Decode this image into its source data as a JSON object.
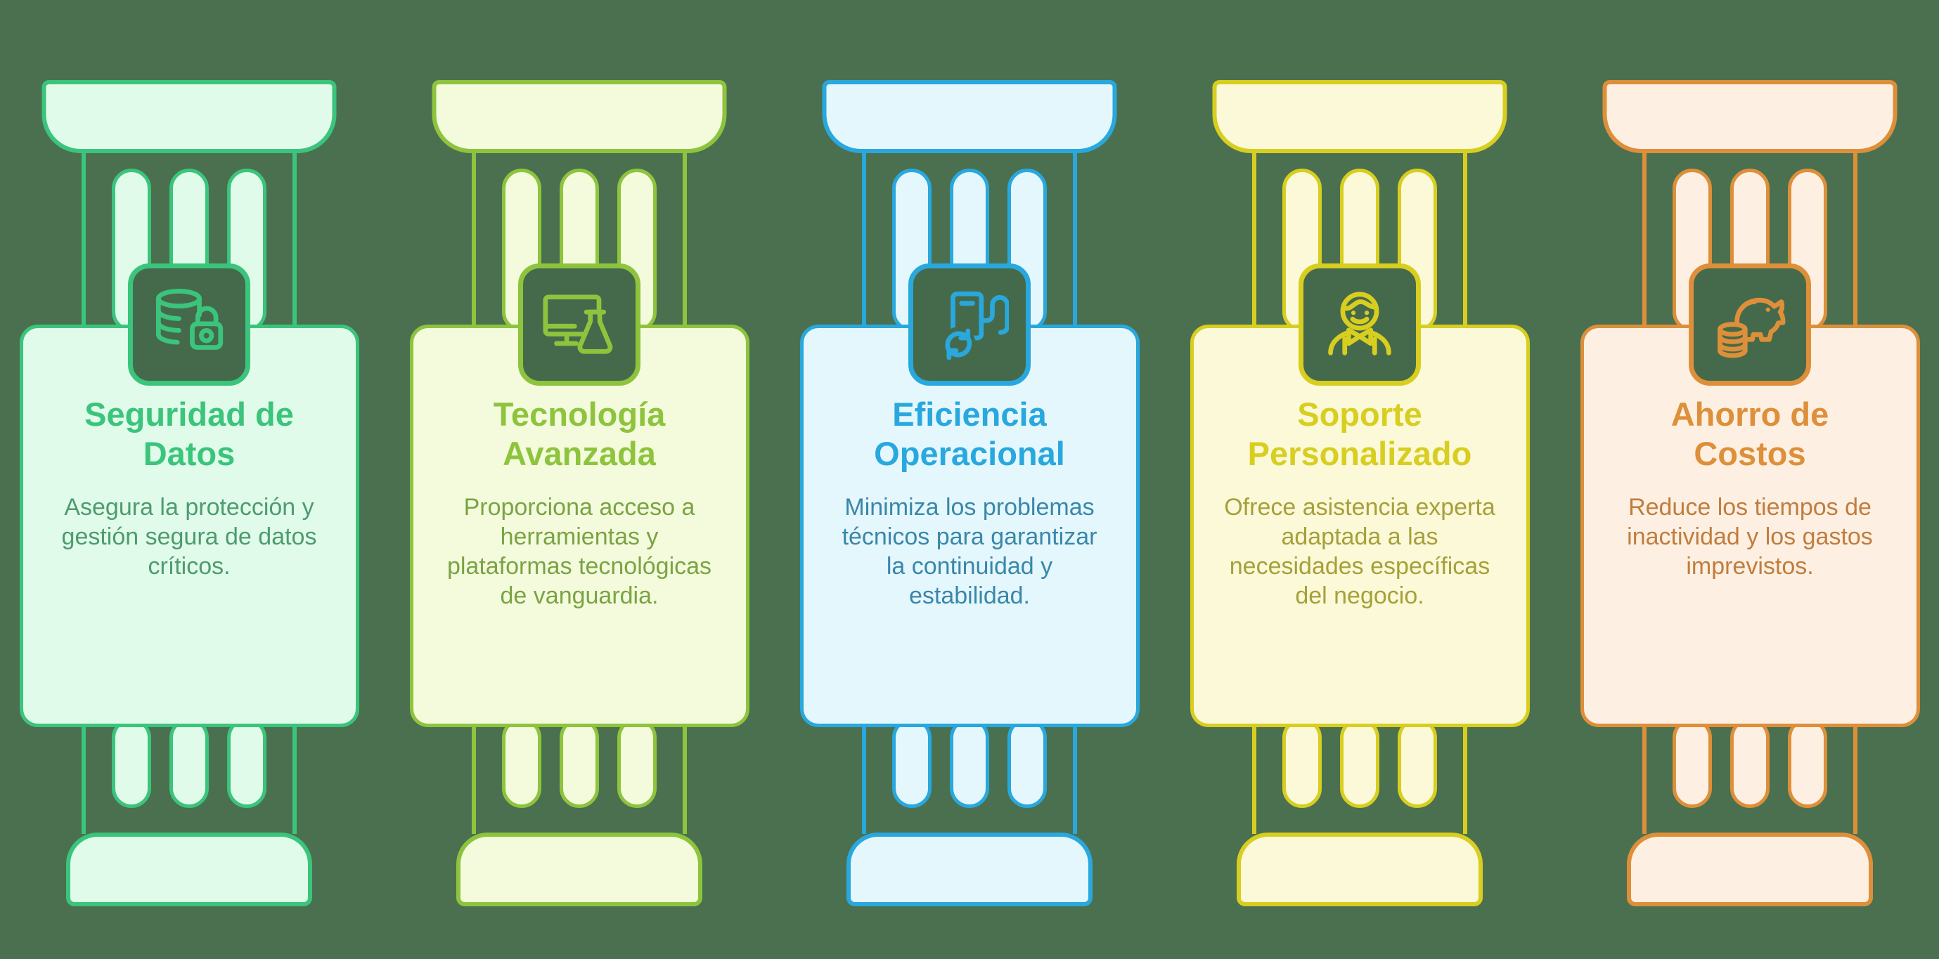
{
  "background": "#4A7050",
  "tile_fill": "#456A4B",
  "pillars": [
    {
      "id": "seguridad-de-datos",
      "icon": "database-lock-icon",
      "accent": "#3BC47B",
      "fill": "#E0FBEA",
      "text_color": "#4E9B6F",
      "title": [
        "Seguridad de",
        "Datos"
      ],
      "description": "Asegura la protección y gestión segura de datos críticos."
    },
    {
      "id": "tecnologia-avanzada",
      "icon": "monitor-flask-icon",
      "accent": "#8EC43D",
      "fill": "#F3FBDC",
      "text_color": "#7BA344",
      "title": [
        "Tecnología",
        "Avanzada"
      ],
      "description": "Proporciona acceso a herramientas y plataformas tecnológicas de vanguardia."
    },
    {
      "id": "eficiencia-operacional",
      "icon": "fuel-pump-refresh-icon",
      "accent": "#29A8DD",
      "fill": "#E4F7FD",
      "text_color": "#3A87A9",
      "title": [
        "Eficiencia",
        "Operacional"
      ],
      "description": "Minimiza los problemas técnicos para garantizar la continuidad y estabilidad."
    },
    {
      "id": "soporte-personalizado",
      "icon": "support-person-icon",
      "accent": "#D8CE1F",
      "fill": "#FBF9D8",
      "text_color": "#A6A03A",
      "title": [
        "Soporte",
        "Personalizado"
      ],
      "description": "Ofrece asistencia experta adaptada a las necesidades específicas del negocio."
    },
    {
      "id": "ahorro-de-costos",
      "icon": "piggy-bank-coins-icon",
      "accent": "#DE8F3A",
      "fill": "#FDF0E2",
      "text_color": "#C07D3F",
      "title": [
        "Ahorro de",
        "Costos"
      ],
      "description": "Reduce los tiempos de inactividad y los gastos imprevistos."
    }
  ]
}
